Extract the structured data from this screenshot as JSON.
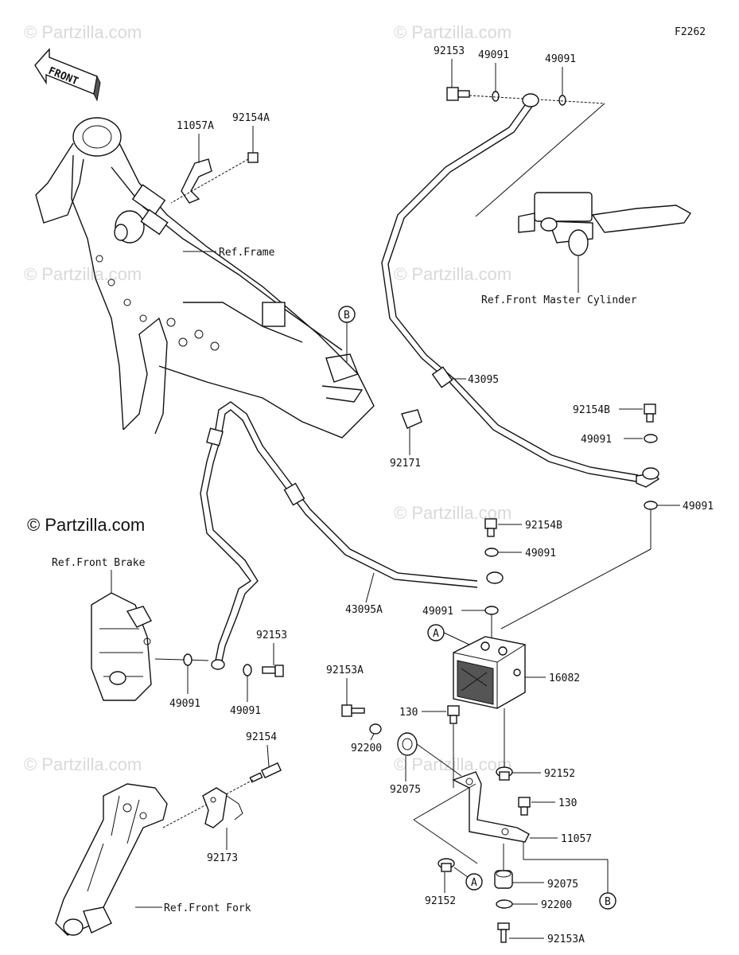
{
  "diagram": {
    "code": "F2262",
    "front_label": "FRONT",
    "brand": "© Partzilla.com",
    "watermark": "© Partzilla.com"
  },
  "refs": {
    "frame": "Ref.Frame",
    "master_cylinder": "Ref.Front Master Cylinder",
    "front_brake": "Ref.Front Brake",
    "front_fork": "Ref.Front Fork"
  },
  "callouts": {
    "a1": "A",
    "a2": "A",
    "b1": "B",
    "b2": "B"
  },
  "parts": {
    "p_92153_top": "92153",
    "p_49091_top1": "49091",
    "p_49091_top2": "49091",
    "p_11057A": "11057A",
    "p_92154A": "92154A",
    "p_43095": "43095",
    "p_92154B_1": "92154B",
    "p_49091_r1": "49091",
    "p_49091_r2": "49091",
    "p_92171": "92171",
    "p_92154B_2": "92154B",
    "p_49091_m1": "49091",
    "p_49091_m2": "49091",
    "p_43095A": "43095A",
    "p_16082": "16082",
    "p_92153A_1": "92153A",
    "p_130_1": "130",
    "p_92200_1": "92200",
    "p_92075_1": "92075",
    "p_92152_1": "92152",
    "p_130_2": "130",
    "p_11057": "11057",
    "p_92152_2": "92152",
    "p_92075_2": "92075",
    "p_92200_2": "92200",
    "p_92153A_2": "92153A",
    "p_92153_mid": "92153",
    "p_49091_l1": "49091",
    "p_49091_l2": "49091",
    "p_92154": "92154",
    "p_92173": "92173"
  }
}
